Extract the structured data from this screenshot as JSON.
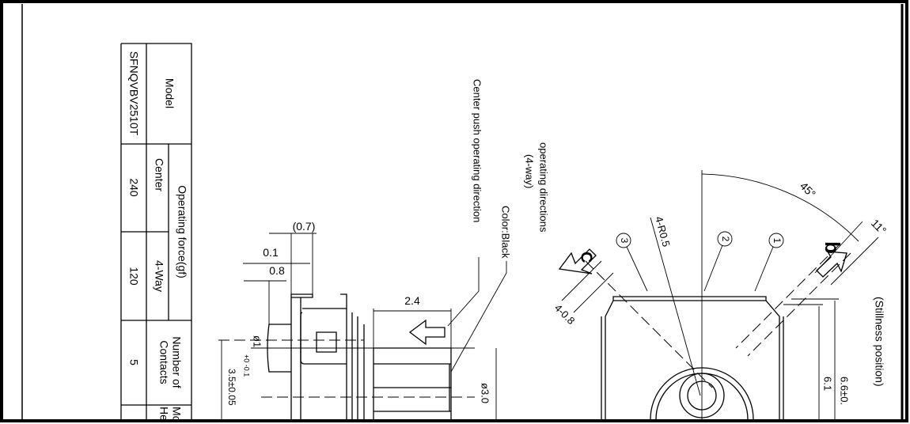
{
  "spec_table": {
    "model_header": "Model",
    "model_value": "SFNQVBV2510T",
    "operating_force_header": "Operating force(gf)",
    "center_header": "Center",
    "center_value": "240",
    "fourway_header": "4-Way",
    "fourway_value": "120",
    "contacts_header_line1": "Number of",
    "contacts_header_line2": "Contacts",
    "contacts_value": "5",
    "next_header_line1": "Mo",
    "next_header_line2": "He"
  },
  "side_view": {
    "dim_07": "(0.7)",
    "dim_01": "0.1",
    "dim_08": "0.8",
    "dim_24": "2.4",
    "dim_d1": "ø1",
    "dim_d1_tol": "+0 -0.1",
    "dim_35": "3.5±0.05",
    "dim_d30": "ø3.0",
    "center_push_label": "Center push operating direction",
    "color_label": "Color:Black"
  },
  "top_view": {
    "operating_dir_line1": "operating directions",
    "operating_dir_line2": "(4-way)",
    "dir_c": "C",
    "dir_b": "b",
    "angle_45": "45°",
    "angle_11": "11°",
    "radius_label": "4-R0.5",
    "chamfer_label": "4-0.8",
    "pin_1": "1",
    "pin_2": "2",
    "pin_3": "3",
    "stillness_label": "(Stillness position)",
    "dim_61": "6.1",
    "dim_66": "6.6±0."
  }
}
